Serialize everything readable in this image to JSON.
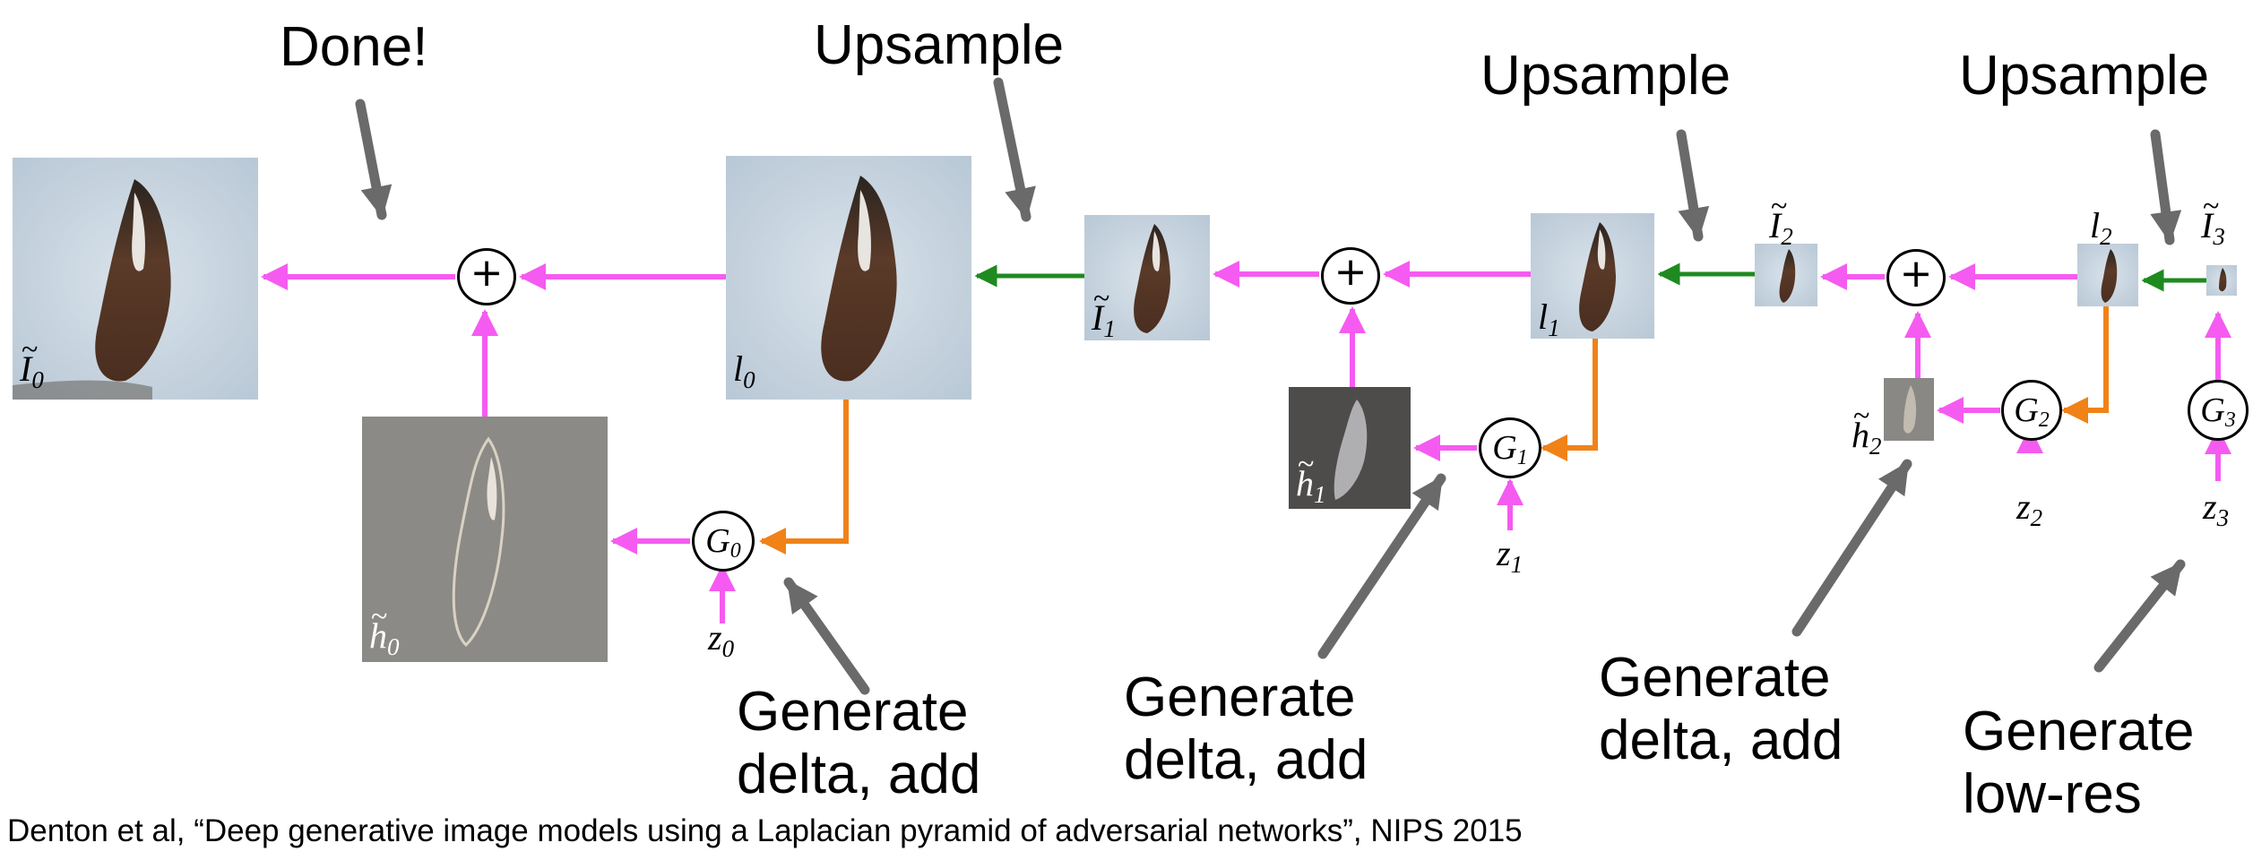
{
  "labels": {
    "done": "Done!",
    "upsample_left": "Upsample",
    "upsample_mid": "Upsample",
    "upsample_right": "Upsample",
    "gen_delta_add_line1": "Generate",
    "gen_delta_add_line2": "delta, add",
    "gen_lowres_line1": "Generate",
    "gen_lowres_line2": "low-res"
  },
  "symbols": {
    "I": "I",
    "l": "l",
    "h": "h",
    "z": "z",
    "G": "G",
    "tilde": "~",
    "plus": "+",
    "sub0": "0",
    "sub1": "1",
    "sub2": "2",
    "sub3": "3"
  },
  "citation": "Denton et al, “Deep generative image models using a Laplacian pyramid of adversarial networks”, NIPS 2015",
  "colors": {
    "magenta_arrow": "#f55bf0",
    "orange_arrow": "#f08218",
    "green_arrow": "#1f8a1f",
    "gray_pointer": "#6a6a6a",
    "image_bg": "#c5d2de",
    "delta_bg": "#8c8a86"
  }
}
